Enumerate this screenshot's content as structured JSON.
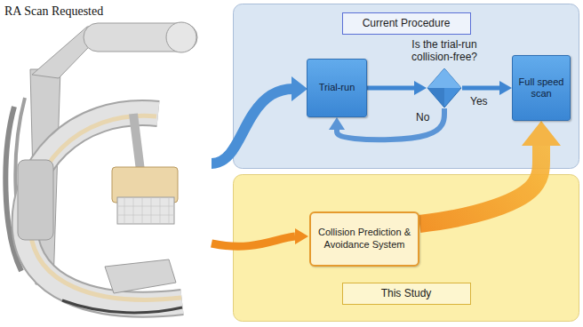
{
  "diagram": {
    "nodes": [
      {
        "text": [
          "Current Procedure"
        ]
      },
      {
        "text": [
          "Trial-run"
        ],
        "in": 0
      },
      {
        "text": [
          "Is the trial-run collision-free?"
        ],
        "in": 0
      },
      {
        "text": [
          "Full speed scan"
        ],
        "in": 0
      },
      {
        "text": [
          "This Study"
        ]
      },
      {
        "text": [
          "Collision Prediction & Avoidance System"
        ],
        "in": 4
      }
    ],
    "edges": [
      {
        "from": 1,
        "to": 2,
        "arrow": "to"
      },
      {
        "from": 2,
        "to": 3,
        "label": "Yes",
        "arrow": "to"
      },
      {
        "from": 2,
        "to": 1,
        "label": "No",
        "arrow": "to"
      },
      {
        "from": 5,
        "to": 3,
        "arrow": "to"
      }
    ],
    "labels": [
      "RA Scan Requested"
    ]
  }
}
